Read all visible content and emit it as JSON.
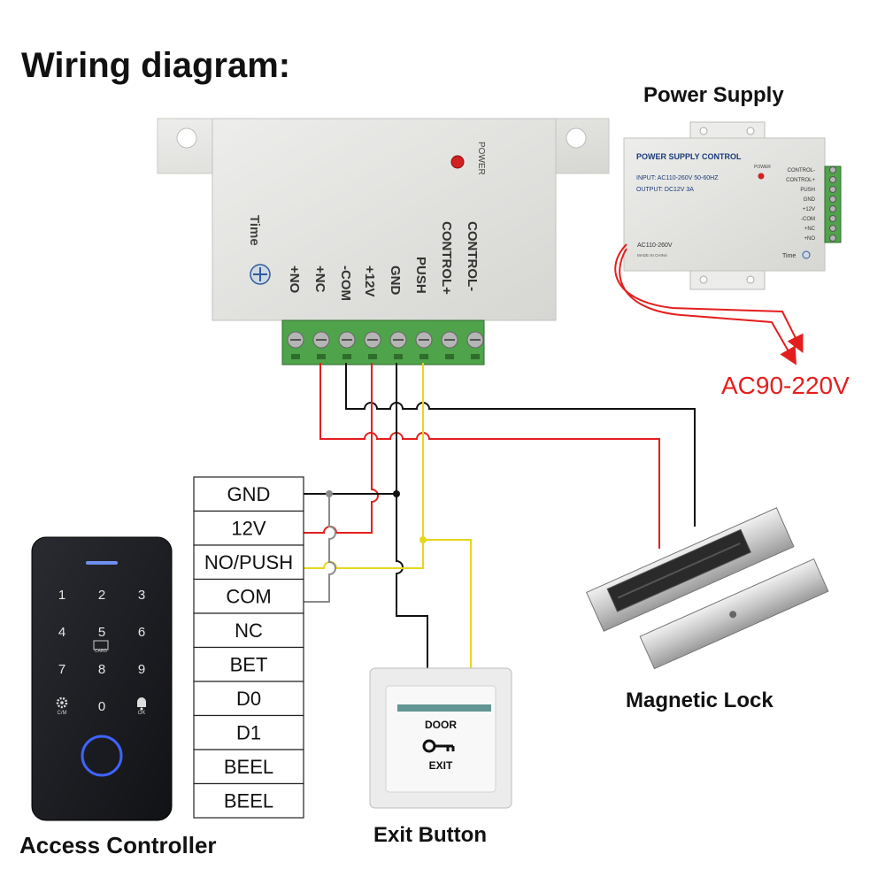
{
  "title": "Wiring diagram:",
  "power_supply_label": "Power Supply",
  "ac_label": "AC90-220V",
  "access_controller_label": "Access Controller",
  "exit_button_label": "Exit Button",
  "magnetic_lock_label": "Magnetic Lock",
  "big_unit": {
    "power_text": "POWER",
    "time_text": "Time",
    "terminals": [
      "+NO",
      "+NC",
      "-COM",
      "+12V",
      "GND",
      "PUSH",
      "CONTROL+",
      "CONTROL-"
    ]
  },
  "small_unit": {
    "header": "POWER SUPPLY CONTROL",
    "input": "INPUT: AC110-260V 50-60HZ",
    "output": "OUTPUT: DC12V  3A",
    "power_text": "POWER",
    "ac_text": "AC110-260V",
    "made_in": "MADE IN CHINA",
    "time_text": "Time",
    "terminals": [
      "CONTROL-",
      "CONTROL+",
      "PUSH",
      "GND",
      "+12V",
      "-COM",
      "+NC",
      "+NO"
    ]
  },
  "controller_table": [
    "GND",
    "12V",
    "NO/PUSH",
    "COM",
    "NC",
    "BET",
    "D0",
    "D1",
    "BEEL",
    "BEEL"
  ],
  "keypad": {
    "keys": [
      "1",
      "2",
      "3",
      "4",
      "5",
      "6",
      "7",
      "8",
      "9",
      "",
      "0",
      ""
    ],
    "card_text": "CARD",
    "cm_text": "C/M",
    "ok_text": "OK"
  },
  "exit_button": {
    "door_text": "DOOR",
    "exit_text": "EXIT"
  },
  "colors": {
    "red_wire": "#e41e1e",
    "black_wire": "#111111",
    "yellow_wire": "#e8d61c",
    "grey_wire": "#8a8a8a",
    "terminal_green": "#4fa34a",
    "ac_label": "#e41e1e"
  }
}
